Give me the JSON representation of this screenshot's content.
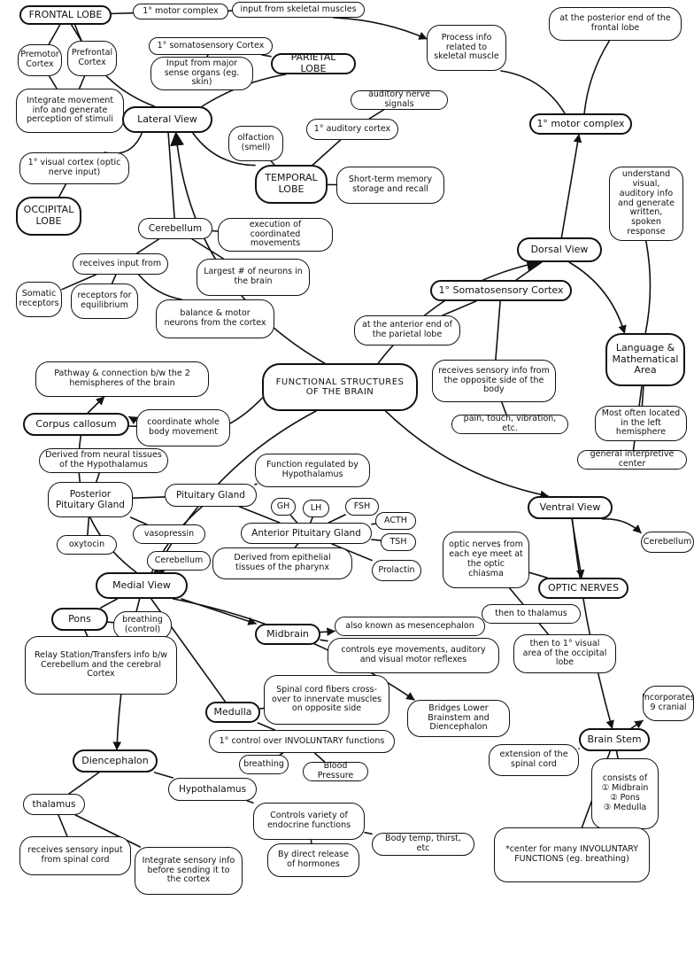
{
  "diagram": {
    "nodes": [
      {
        "id": "frontal_lobe",
        "text": "FRONTAL LOBE"
      },
      {
        "id": "motor_cx_top",
        "text": "1° motor complex"
      },
      {
        "id": "input_skel_top",
        "text": "input from skeletal muscles"
      },
      {
        "id": "premotor",
        "text": "Premotor Cortex"
      },
      {
        "id": "prefrontal",
        "text": "Prefrontal Cortex"
      },
      {
        "id": "integrate_move",
        "text": "Integrate movement info and generate perception of stimuli"
      },
      {
        "id": "somato_cx1",
        "text": "1° somatosensory Cortex"
      },
      {
        "id": "input_major",
        "text": "Input from major sense organs (eg. skin)"
      },
      {
        "id": "parietal",
        "text": "PARIETAL LOBE"
      },
      {
        "id": "process_info",
        "text": "Process info related to skeletal muscle"
      },
      {
        "id": "posterior_frontal",
        "text": "at the posterior end of the frontal lobe"
      },
      {
        "id": "lateral_view",
        "text": "Lateral View"
      },
      {
        "id": "visual_cx",
        "text": "1° visual cortex (optic nerve input)"
      },
      {
        "id": "occipital",
        "text": "OCCIPITAL LOBE"
      },
      {
        "id": "olfaction",
        "text": "olfaction (smell)"
      },
      {
        "id": "auditory_cx",
        "text": "1° auditory cortex"
      },
      {
        "id": "auditory_signals",
        "text": "auditory nerve signals"
      },
      {
        "id": "temporal",
        "text": "TEMPORAL LOBE"
      },
      {
        "id": "short_term",
        "text": "Short-term memory storage and recall"
      },
      {
        "id": "motor_cx_dorsal",
        "text": "1° motor complex"
      },
      {
        "id": "understand_vis",
        "text": "understand visual, auditory info and generate written, spoken response"
      },
      {
        "id": "cerebellum1",
        "text": "Cerebellum"
      },
      {
        "id": "coord_move",
        "text": "execution of coordinated movements"
      },
      {
        "id": "receives_input",
        "text": "receives input from"
      },
      {
        "id": "largest_neurons",
        "text": "Largest # of neurons in the brain"
      },
      {
        "id": "somatic_rec",
        "text": "Somatic receptors"
      },
      {
        "id": "equil_rec",
        "text": "receptors for equilibrium"
      },
      {
        "id": "balance",
        "text": "balance & motor neurons from the cortex"
      },
      {
        "id": "dorsal_view",
        "text": "Dorsal View"
      },
      {
        "id": "somato_cx2",
        "text": "1° Somatosensory Cortex"
      },
      {
        "id": "anterior_parietal",
        "text": "at the anterior end of the parietal lobe"
      },
      {
        "id": "language",
        "text": "Language & Mathematical Area"
      },
      {
        "id": "receives_sensory",
        "text": "receives sensory info from the opposite side of the body"
      },
      {
        "id": "pain_touch",
        "text": "pain, touch, vibration, etc."
      },
      {
        "id": "most_often",
        "text": "Most often located in the left hemisphere"
      },
      {
        "id": "general_interp",
        "text": "general interpretive center"
      },
      {
        "id": "pathway",
        "text": "Pathway & connection b/w the 2 hemispheres of the brain"
      },
      {
        "id": "center",
        "text": "FUNCTIONAL STRUCTURES OF THE BRAIN"
      },
      {
        "id": "corpus",
        "text": "Corpus callosum"
      },
      {
        "id": "coord_whole",
        "text": "coordinate whole body movement"
      },
      {
        "id": "derived_neural",
        "text": "Derived from neural tissues of the Hypothalamus"
      },
      {
        "id": "func_regulated",
        "text": "Function regulated by Hypothalamus"
      },
      {
        "id": "posterior_pit",
        "text": "Posterior Pituitary Gland"
      },
      {
        "id": "pituitary",
        "text": "Pituitary Gland"
      },
      {
        "id": "gh",
        "text": "GH"
      },
      {
        "id": "lh",
        "text": "LH"
      },
      {
        "id": "fsh",
        "text": "FSH"
      },
      {
        "id": "acth",
        "text": "ACTH"
      },
      {
        "id": "anterior_pit",
        "text": "Anterior Pituitary Gland"
      },
      {
        "id": "tsh",
        "text": "TSH"
      },
      {
        "id": "vasopressin",
        "text": "vasopressin"
      },
      {
        "id": "oxytocin",
        "text": "oxytocin"
      },
      {
        "id": "derived_epi",
        "text": "Derived from epithelial tissues of the pharynx"
      },
      {
        "id": "prolactin",
        "text": "Prolactin"
      },
      {
        "id": "ventral_view",
        "text": "Ventral View"
      },
      {
        "id": "cerebellum_right",
        "text": "Cerebellum"
      },
      {
        "id": "optic_meet",
        "text": "optic nerves from each eye meet at the optic chiasma"
      },
      {
        "id": "optic_nerves",
        "text": "OPTIC NERVES"
      },
      {
        "id": "cerebellum2",
        "text": "Cerebellum"
      },
      {
        "id": "medial_view",
        "text": "Medial View"
      },
      {
        "id": "then_thalamus",
        "text": "then to thalamus"
      },
      {
        "id": "then_visual",
        "text": "then to 1° visual area of the occipital lobe"
      },
      {
        "id": "pons",
        "text": "Pons"
      },
      {
        "id": "breathing_control",
        "text": "breathing (control)"
      },
      {
        "id": "relay",
        "text": "Relay Station/Transfers info b/w Cerebellum and the cerebral Cortex"
      },
      {
        "id": "midbrain",
        "text": "Midbrain"
      },
      {
        "id": "mesencephalon",
        "text": "also known as mesencephalon"
      },
      {
        "id": "eye_reflexes",
        "text": "controls eye movements, auditory and visual motor reflexes"
      },
      {
        "id": "spinal_fibers",
        "text": "Spinal cord fibers cross-over to innervate muscles on opposite side"
      },
      {
        "id": "medulla",
        "text": "Medulla"
      },
      {
        "id": "bridges",
        "text": "Bridges Lower Brainstem and Diencephalon"
      },
      {
        "id": "incorporates",
        "text": "Incorporates 9 cranial"
      },
      {
        "id": "involuntary",
        "text": "1° control over INVOLUNTARY functions"
      },
      {
        "id": "brain_stem",
        "text": "Brain Stem"
      },
      {
        "id": "breathing2",
        "text": "breathing"
      },
      {
        "id": "blood_pressure",
        "text": "Blood Pressure"
      },
      {
        "id": "diencephalon",
        "text": "Diencephalon"
      },
      {
        "id": "extension_spinal",
        "text": "extension of the spinal cord"
      },
      {
        "id": "consists_of",
        "text": "consists of\n① Midbrain\n② Pons\n③ Medulla"
      },
      {
        "id": "hypothalamus",
        "text": "Hypothalamus"
      },
      {
        "id": "thalamus",
        "text": "thalamus"
      },
      {
        "id": "endocrine",
        "text": "Controls variety of endocrine functions"
      },
      {
        "id": "body_temp",
        "text": "Body temp, thirst, etc"
      },
      {
        "id": "center_invol",
        "text": "*center for many INVOLUNTARY FUNCTIONS (eg. breathing)"
      },
      {
        "id": "direct_release",
        "text": "By direct release of hormones"
      },
      {
        "id": "receives_spinal",
        "text": "receives sensory input from spinal cord"
      },
      {
        "id": "integrate_sensory",
        "text": "Integrate sensory info before sending it to the cortex"
      }
    ]
  }
}
